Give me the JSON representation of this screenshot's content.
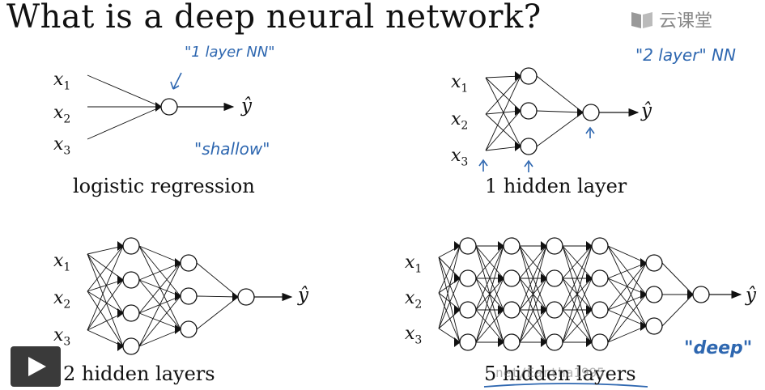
{
  "title": "What is a deep neural network?",
  "brand": {
    "name": "云课堂",
    "icon": "book-logo-icon"
  },
  "inputs": {
    "x1": "x",
    "x1_sub": "1",
    "x2": "x",
    "x2_sub": "2",
    "x3": "x",
    "x3_sub": "3"
  },
  "output_label": "ŷ",
  "captions": {
    "logistic": "logistic regression",
    "one_hidden": "1 hidden layer",
    "two_hidden": "2 hidden layers",
    "five_hidden": "5 hidden layers"
  },
  "annotations": {
    "one_layer": "\"1 layer NN\"",
    "shallow": "\"shallow\"",
    "two_layer": "\"2 layer\" NN",
    "deep": "\"deep\""
  },
  "watermark": "net/Eartha1995",
  "networks": [
    {
      "name": "logistic regression",
      "hidden_layers": []
    },
    {
      "name": "1 hidden layer",
      "hidden_layers": [
        3
      ]
    },
    {
      "name": "2 hidden layers",
      "hidden_layers": [
        4,
        3
      ]
    },
    {
      "name": "5 hidden layers",
      "hidden_layers": [
        4,
        4,
        4,
        4,
        3
      ]
    }
  ],
  "colors": {
    "annotation": "#2e67b0",
    "line": "#111111"
  }
}
